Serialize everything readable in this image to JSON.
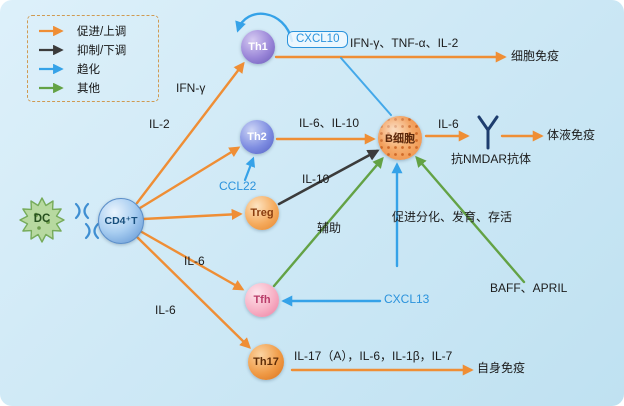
{
  "colors": {
    "promote": "#ef8e35",
    "inhibit": "#3b3b3b",
    "chemotaxis": "#35a2e8",
    "other": "#63a245",
    "background": "#cfe9f6"
  },
  "legend": {
    "items": [
      {
        "label": "促进/上调"
      },
      {
        "label": "抑制/下调"
      },
      {
        "label": "趋化"
      },
      {
        "label": "其他"
      }
    ]
  },
  "cells": {
    "dc": {
      "label": "DC"
    },
    "cd4t": {
      "label": "CD4⁺T"
    },
    "th1": {
      "label": "Th1"
    },
    "th2": {
      "label": "Th2"
    },
    "treg": {
      "label": "Treg"
    },
    "tfh": {
      "label": "Tfh"
    },
    "th17": {
      "label": "Th17"
    },
    "bcell": {
      "label": "B细胞"
    }
  },
  "labels": {
    "ifn_gamma": "IFN-γ",
    "il2": "IL-2",
    "ccl22": "CCL22",
    "il6_tfh": "IL-6",
    "il6_th17": "IL-6",
    "cxcl10": "CXCL10",
    "th1_cytokines": "IFN-γ、TNF-α、IL-2",
    "cellular_immunity": "细胞免疫",
    "il6_il10": "IL-6、IL-10",
    "il10": "IL-10",
    "assist": "辅助",
    "il6_b": "IL-6",
    "anti_nmdar": "抗NMDAR抗体",
    "humoral_immunity": "体液免疫",
    "promote_diff": "促进分化、发育、存活",
    "baff_april": "BAFF、APRIL",
    "cxcl13": "CXCL13",
    "th17_cytokines": "IL-17（A），IL-6，IL-1β，IL-7",
    "autoimmunity": "自身免疫"
  }
}
